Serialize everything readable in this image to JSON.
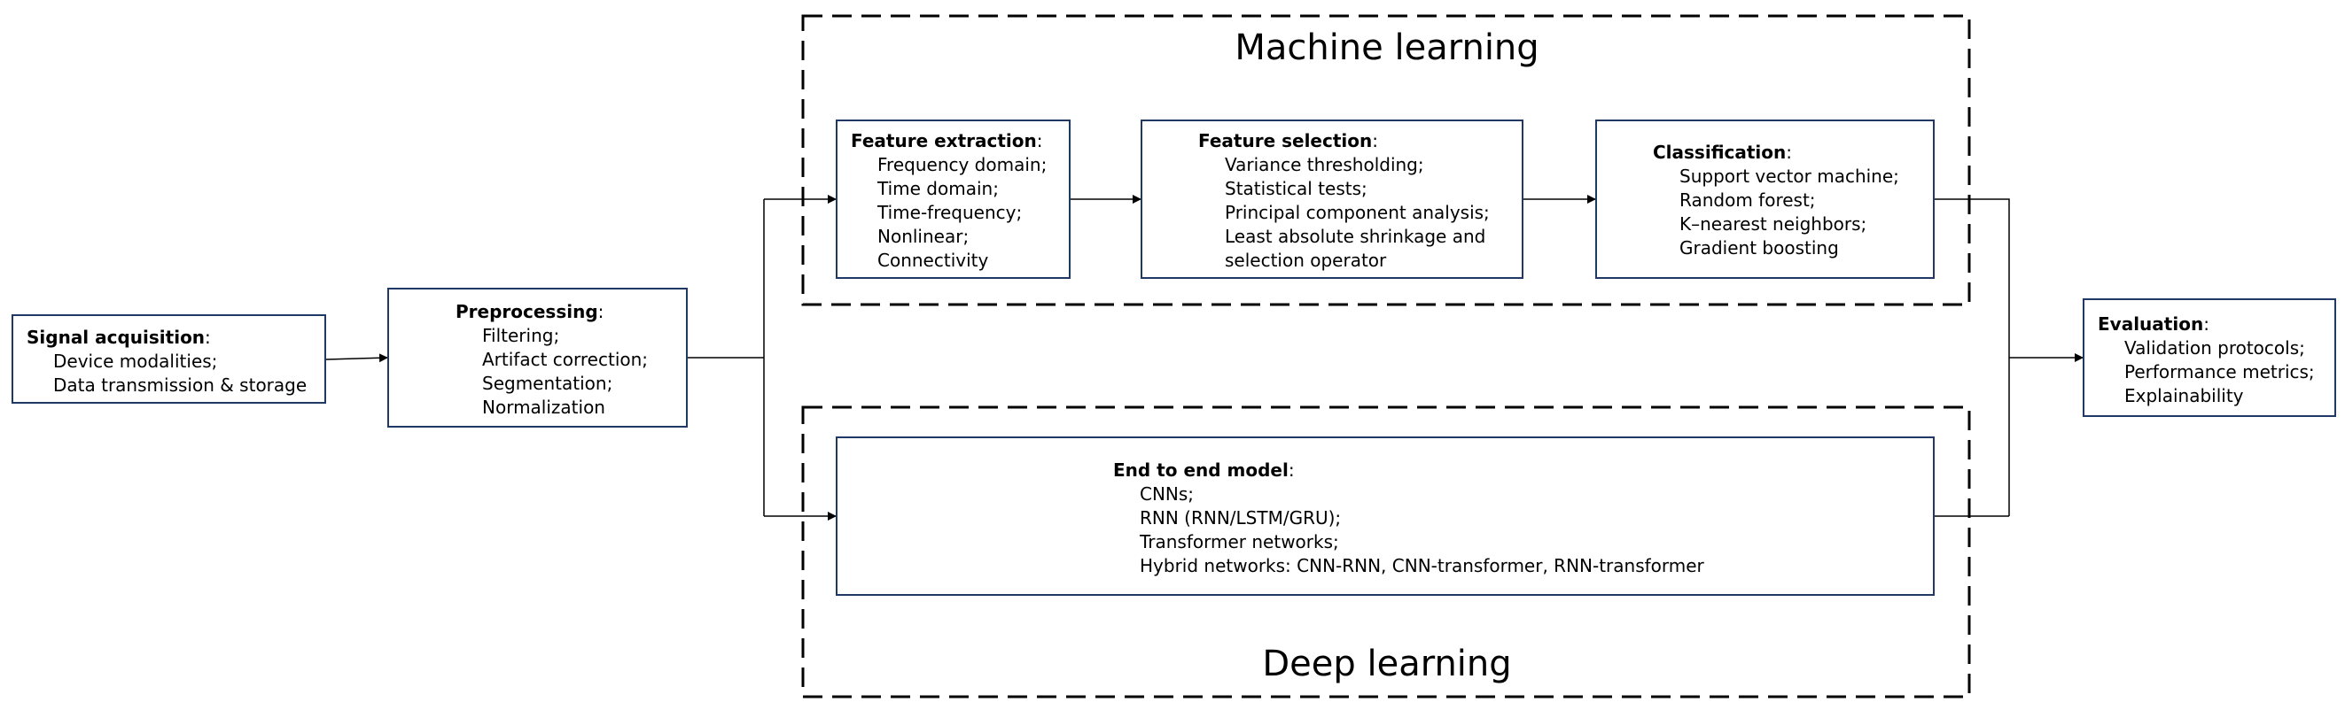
{
  "colors": {
    "box_border": "#1f3864",
    "line": "#000000",
    "dashed_border": "#000000"
  },
  "groups": {
    "ml": {
      "title": "Machine learning"
    },
    "dl": {
      "title": "Deep learning"
    }
  },
  "boxes": {
    "signal": {
      "title": "Signal acquisition",
      "colon": ":",
      "items": [
        "Device modalities;",
        "Data transmission & storage"
      ]
    },
    "preprocessing": {
      "title": "Preprocessing",
      "colon": ":",
      "items": [
        "Filtering;",
        "Artifact correction;",
        "Segmentation;",
        "Normalization"
      ]
    },
    "feature_extraction": {
      "title": "Feature extraction",
      "colon": ":",
      "items": [
        "Frequency domain;",
        "Time domain;",
        "Time-frequency;",
        "Nonlinear;",
        "Connectivity"
      ]
    },
    "feature_selection": {
      "title": "Feature selection",
      "colon": ":",
      "items": [
        "Variance thresholding;",
        "Statistical tests;",
        "Principal component analysis;",
        "Least absolute shrinkage and",
        "selection operator"
      ]
    },
    "classification": {
      "title": "Classification",
      "colon": ":",
      "items": [
        "Support vector machine;",
        "Random forest;",
        "K–nearest neighbors;",
        "Gradient boosting"
      ]
    },
    "end_to_end": {
      "title": "End to end model",
      "colon": ":",
      "items": [
        "CNNs;",
        "RNN (RNN/LSTM/GRU);",
        "Transformer networks;",
        "Hybrid networks: CNN-RNN, CNN-transformer, RNN-transformer"
      ]
    },
    "evaluation": {
      "title": "Evaluation",
      "colon": ":",
      "items": [
        "Validation protocols;",
        "Performance metrics;",
        "Explainability"
      ]
    }
  }
}
